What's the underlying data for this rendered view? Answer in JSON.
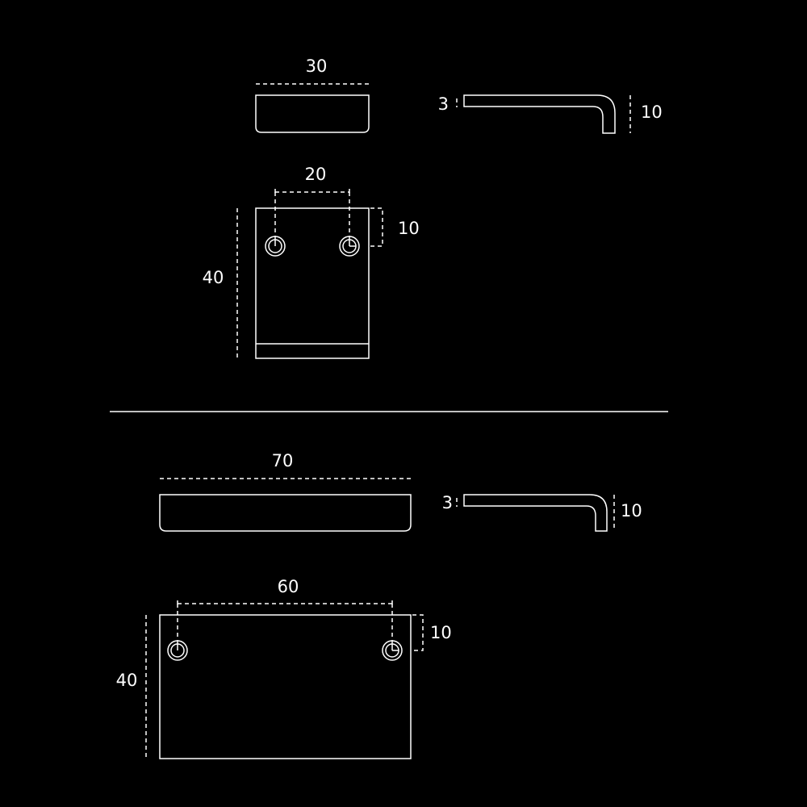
{
  "colors": {
    "background": "#000000",
    "line": "#ffffff"
  },
  "top": {
    "front_width": "30",
    "side_thickness": "3",
    "side_height": "10",
    "hole_spacing": "20",
    "hole_offset": "10",
    "plate_height": "40"
  },
  "bottom": {
    "front_width": "70",
    "side_thickness": "3",
    "side_height": "10",
    "hole_spacing": "60",
    "hole_offset": "10",
    "plate_height": "40"
  }
}
